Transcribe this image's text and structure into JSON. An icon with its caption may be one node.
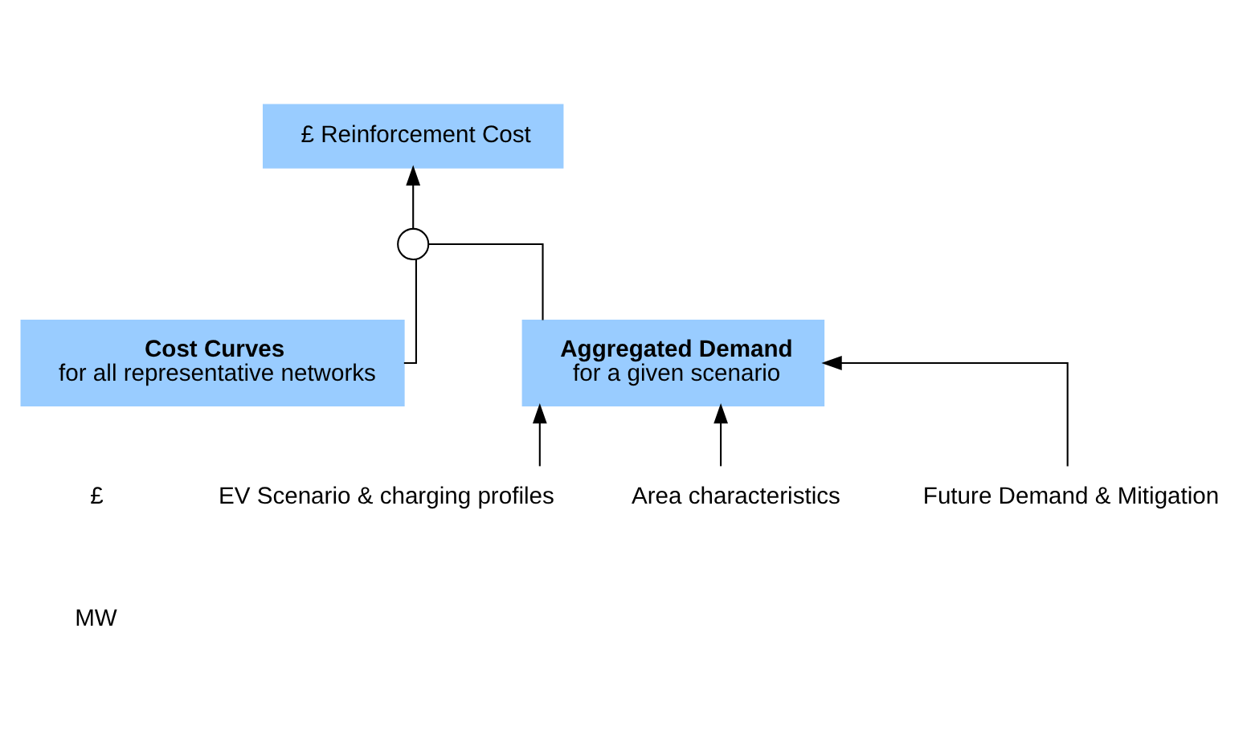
{
  "diagram": {
    "nodes": [
      {
        "text": [
          "£ Reinforcement Cost"
        ]
      },
      {
        "text": [],
        "shape": "circle"
      },
      {
        "text": [
          "Cost Curves",
          "for all representative networks"
        ]
      },
      {
        "text": [
          "Aggregated Demand",
          "for a given scenario"
        ]
      },
      {
        "text": [
          "EV Scenario & charging profiles"
        ]
      },
      {
        "text": [
          "Area characteristics"
        ]
      },
      {
        "text": [
          "Future Demand & Mitigation"
        ]
      }
    ],
    "edges": [
      {
        "from": 2,
        "to": 1,
        "arrow": "none"
      },
      {
        "from": 3,
        "to": 1,
        "arrow": "none"
      },
      {
        "from": 1,
        "to": 0,
        "arrow": "to"
      },
      {
        "from": 4,
        "to": 3,
        "arrow": "to"
      },
      {
        "from": 5,
        "to": 3,
        "arrow": "to"
      },
      {
        "from": 6,
        "to": 3,
        "arrow": "to"
      }
    ],
    "labels": [
      "£",
      "MW"
    ]
  }
}
